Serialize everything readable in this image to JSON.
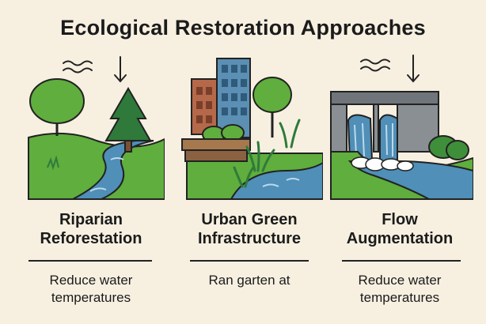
{
  "title": "Ecological Restoration Approaches",
  "approaches": [
    {
      "heading_line1": "Riparian",
      "heading_line2": "Reforestation",
      "desc_line1": "Reduce water",
      "desc_line2": "temperatures",
      "illustration": "river-with-trees"
    },
    {
      "heading_line1": "Urban Green",
      "heading_line2": "Infrastructure",
      "desc_line1": "Ran garten at",
      "desc_line2": "",
      "illustration": "city-buildings-with-planter-and-reeds"
    },
    {
      "heading_line1": "Flow",
      "heading_line2": "Augmentation",
      "desc_line1": "Reduce water",
      "desc_line2": "temperatures",
      "illustration": "dam-releasing-water"
    }
  ],
  "colors": {
    "background": "#f7f0e1",
    "grass": "#5fae3e",
    "water": "#4f8fb8",
    "tree_dark": "#2f7a3a",
    "building_brown": "#b5694a",
    "building_blue": "#5b8fb3",
    "dam_gray": "#8a8f94"
  }
}
